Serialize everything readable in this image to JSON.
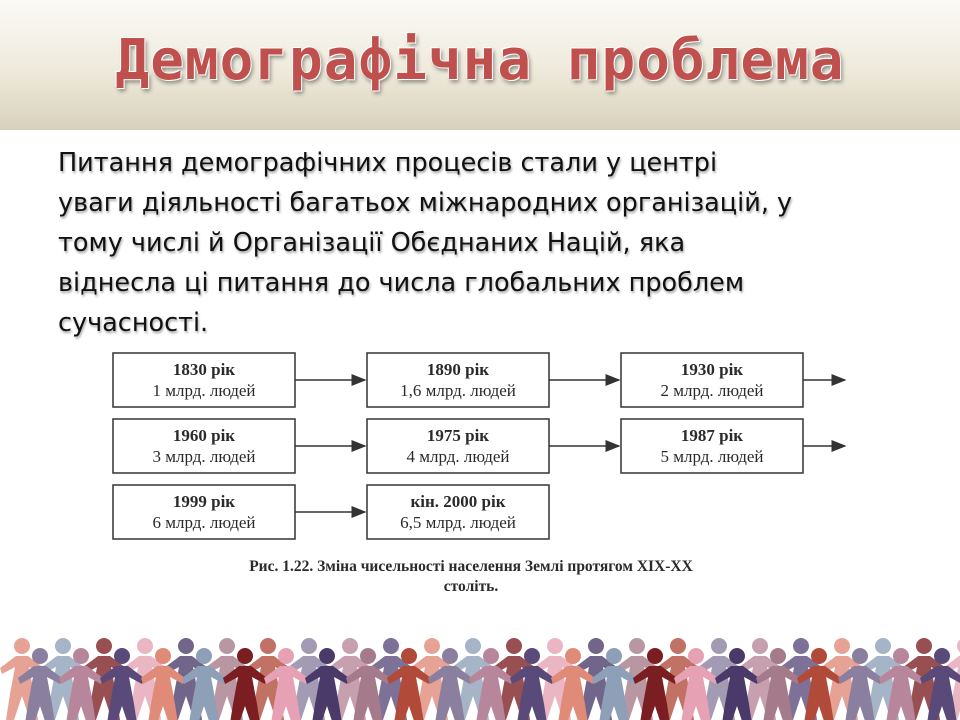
{
  "title": "Демографічна проблема",
  "body_lines": [
    "Питання демографічних процесів стали у центрі",
    "уваги діяльності багатьох міжнародних організацій, у",
    "тому числі й Організації Обєднаних Націй, яка",
    "віднесла ці питання до числа глобальних проблем",
    "сучасності."
  ],
  "figure": {
    "boxes": [
      {
        "year": "1830 рік",
        "population": "1 млрд. людей"
      },
      {
        "year": "1890 рік",
        "population": "1,6 млрд. людей"
      },
      {
        "year": "1930 рік",
        "population": "2 млрд. людей"
      },
      {
        "year": "1960 рік",
        "population": "3 млрд. людей"
      },
      {
        "year": "1975 рік",
        "population": "4 млрд. людей"
      },
      {
        "year": "1987 рік",
        "population": "5 млрд. людей"
      },
      {
        "year": "1999 рік",
        "population": "6 млрд. людей"
      },
      {
        "year": "кін. 2000 рік",
        "population": "6,5 млрд. людей"
      }
    ],
    "caption_line1": "Рис. 1.22. Зміна чисельності населення Землі протягом XIX-XX",
    "caption_line2": "століть."
  },
  "colors": {
    "title": "#c0504d",
    "people": [
      "#8a7f9e",
      "#b8869a",
      "#5a4a7a",
      "#e08a78",
      "#8e9fb8",
      "#7a1e22",
      "#e6a2b4",
      "#4a3a6a",
      "#a57a8a",
      "#b24a3a"
    ]
  },
  "decoration": "row-of-paper-people"
}
